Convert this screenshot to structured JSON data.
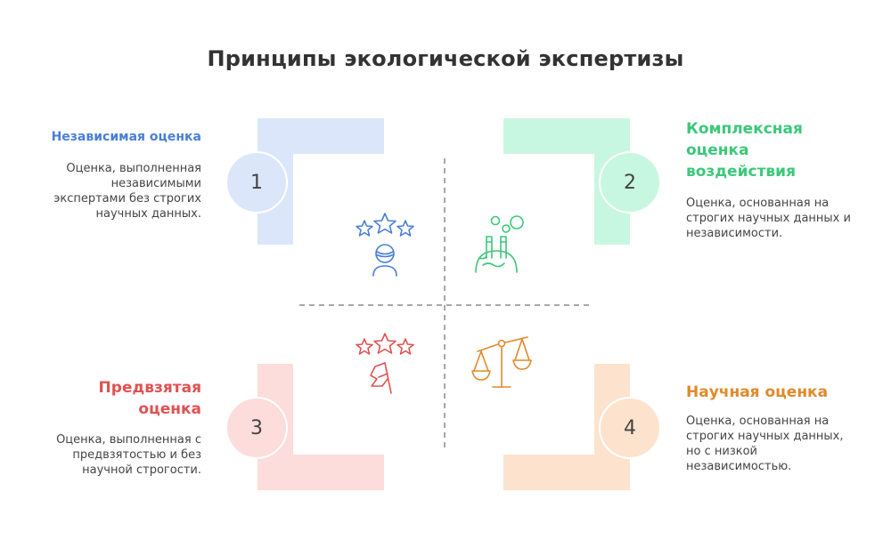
{
  "title": "Принципы экологической экспертизы",
  "quadrants": [
    {
      "number": "1",
      "heading": "Независимая оценка",
      "description": "Оценка, выполненная независимыми экспертами без строгих научных данных.",
      "color": "#4a7fd6",
      "fill": "#dbe6fb",
      "icon": "stars-person-icon"
    },
    {
      "number": "2",
      "heading": "Комплексная оценка воздействия",
      "description": "Оценка, основанная на строгих научных данных и независимости.",
      "color": "#3cc87a",
      "fill": "#c8f7e1",
      "icon": "factory-globe-icon"
    },
    {
      "number": "3",
      "heading": "Предвзятая оценка",
      "description": "Оценка, выполненная с предвзятостью и без научной строгости.",
      "color": "#e05252",
      "fill": "#fddcdc",
      "icon": "stars-flag-icon"
    },
    {
      "number": "4",
      "heading": "Научная оценка",
      "description": "Оценка, основанная на строгих научных данных, но с низкой независимостью.",
      "color": "#e08a2c",
      "fill": "#fde3cd",
      "icon": "scales-icon"
    }
  ]
}
